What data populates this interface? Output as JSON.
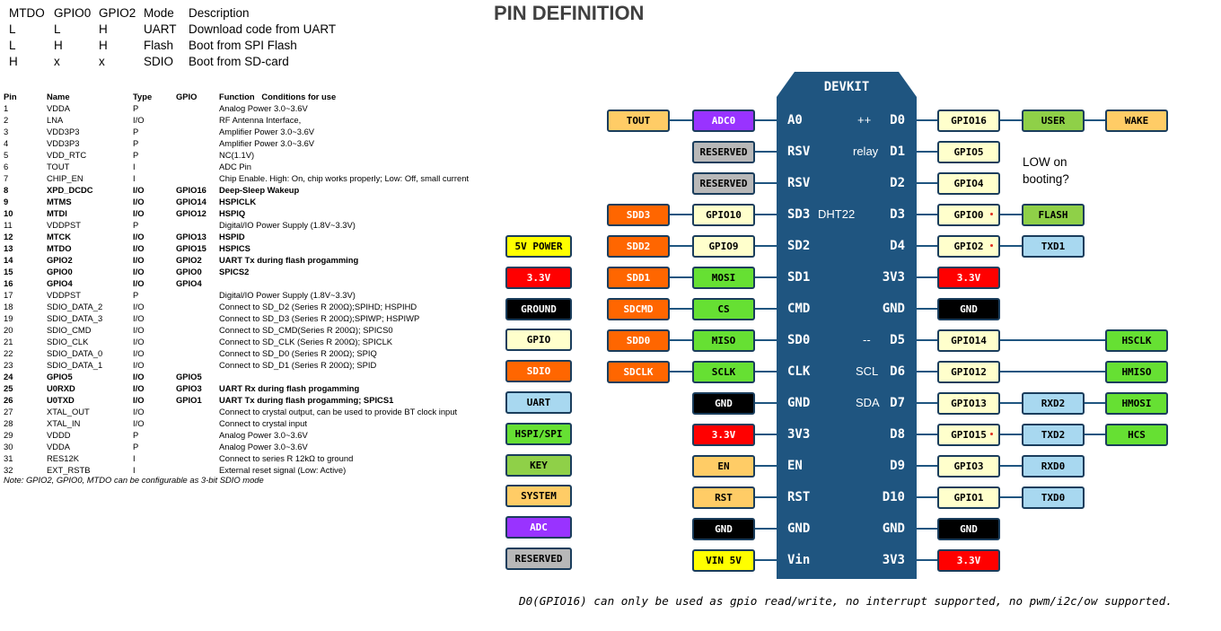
{
  "title": "PIN DEFINITION",
  "boot_table": {
    "header": [
      "MTDO",
      "GPIO0",
      "GPIO2",
      "Mode",
      "Description"
    ],
    "rows": [
      [
        "L",
        "L",
        "H",
        "UART",
        "Download code from UART"
      ],
      [
        "L",
        "H",
        "H",
        "Flash",
        "Boot from SPI Flash"
      ],
      [
        "H",
        "x",
        "x",
        "SDIO",
        "Boot from SD-card"
      ]
    ]
  },
  "pin_table": {
    "header": [
      "Pin",
      "Name",
      "Type",
      "GPIO",
      "Function   Conditions for use"
    ],
    "rows": [
      [
        "1",
        "VDDA",
        "P",
        "",
        "Analog Power 3.0~3.6V"
      ],
      [
        "2",
        "LNA",
        "I/O",
        "",
        "RF Antenna Interface,"
      ],
      [
        "3",
        "VDD3P3",
        "P",
        "",
        "Amplifier Power 3.0~3.6V"
      ],
      [
        "4",
        "VDD3P3",
        "P",
        "",
        "Amplifier Power 3.0~3.6V"
      ],
      [
        "5",
        "VDD_RTC",
        "P",
        "",
        "NC(1.1V)"
      ],
      [
        "6",
        "TOUT",
        "I",
        "",
        "ADC Pin"
      ],
      [
        "7",
        "CHIP_EN",
        "I",
        "",
        "Chip Enable. High: On, chip works properly; Low: Off, small current"
      ],
      [
        "8",
        "XPD_DCDC",
        "I/O",
        "GPIO16",
        "Deep-Sleep Wakeup"
      ],
      [
        "9",
        "MTMS",
        "I/O",
        "GPIO14",
        "HSPICLK"
      ],
      [
        "10",
        "MTDI",
        "I/O",
        "GPIO12",
        "HSPIQ"
      ],
      [
        "11",
        "VDDPST",
        "P",
        "",
        "Digital/IO Power Supply (1.8V~3.3V)"
      ],
      [
        "12",
        "MTCK",
        "I/O",
        "GPIO13",
        "HSPID"
      ],
      [
        "13",
        "MTDO",
        "I/O",
        "GPIO15",
        "HSPICS"
      ],
      [
        "14",
        "GPIO2",
        "I/O",
        "GPIO2",
        "UART Tx during flash progamming"
      ],
      [
        "15",
        "GPIO0",
        "I/O",
        "GPIO0",
        "SPICS2"
      ],
      [
        "16",
        "GPIO4",
        "I/O",
        "GPIO4",
        ""
      ],
      [
        "17",
        "VDDPST",
        "P",
        "",
        "Digital/IO Power Supply (1.8V~3.3V)"
      ],
      [
        "18",
        "SDIO_DATA_2",
        "I/O",
        "",
        "Connect to SD_D2 (Series R 200Ω);SPIHD; HSPIHD"
      ],
      [
        "19",
        "SDIO_DATA_3",
        "I/O",
        "",
        "Connect to SD_D3 (Series R 200Ω);SPIWP; HSPIWP"
      ],
      [
        "20",
        "SDIO_CMD",
        "I/O",
        "",
        "Connect to SD_CMD(Series R 200Ω); SPICS0"
      ],
      [
        "21",
        "SDIO_CLK",
        "I/O",
        "",
        "Connect to SD_CLK (Series R 200Ω); SPICLK"
      ],
      [
        "22",
        "SDIO_DATA_0",
        "I/O",
        "",
        "Connect to SD_D0 (Series R 200Ω); SPIQ"
      ],
      [
        "23",
        "SDIO_DATA_1",
        "I/O",
        "",
        "Connect to SD_D1 (Series R 200Ω); SPID"
      ],
      [
        "24",
        "GPIO5",
        "I/O",
        "GPIO5",
        ""
      ],
      [
        "25",
        "U0RXD",
        "I/O",
        "GPIO3",
        "UART Rx during flash progamming"
      ],
      [
        "26",
        "U0TXD",
        "I/O",
        "GPIO1",
        "UART Tx during flash progamming; SPICS1"
      ],
      [
        "27",
        "XTAL_OUT",
        "I/O",
        "",
        "Connect to crystal output, can be used to provide BT clock input"
      ],
      [
        "28",
        "XTAL_IN",
        "I/O",
        "",
        "Connect to crystal input"
      ],
      [
        "29",
        "VDDD",
        "P",
        "",
        "Analog Power 3.0~3.6V"
      ],
      [
        "30",
        "VDDA",
        "P",
        "",
        "Analog Power 3.0~3.6V"
      ],
      [
        "31",
        "RES12K",
        "I",
        "",
        "Connect to series R 12kΩ to ground"
      ],
      [
        "32",
        "EXT_RSTB",
        "I",
        "",
        "External reset signal (Low: Active)"
      ]
    ],
    "bold_rows": [
      8,
      9,
      10,
      12,
      13,
      14,
      15,
      16,
      24,
      25,
      26
    ],
    "note": "Note: GPIO2, GPIO0, MTDO can be configurable as 3-bit SDIO mode"
  },
  "board": {
    "title": "DEVKIT",
    "left_pins": [
      "A0",
      "RSV",
      "RSV",
      "SD3",
      "SD2",
      "SD1",
      "CMD",
      "SD0",
      "CLK",
      "GND",
      "3V3",
      "EN",
      "RST",
      "GND",
      "Vin"
    ],
    "right_pins": [
      "D0",
      "D1",
      "D2",
      "D3",
      "D4",
      "3V3",
      "GND",
      "D5",
      "D6",
      "D7",
      "D8",
      "D9",
      "D10",
      "GND",
      "3V3"
    ],
    "mid_labels": [
      {
        "row": 0,
        "text": "++"
      },
      {
        "row": 1,
        "text": "relay"
      },
      {
        "row": 3,
        "text": "DHT22"
      },
      {
        "row": 7,
        "text": "--"
      },
      {
        "row": 8,
        "text": "SCL"
      },
      {
        "row": 9,
        "text": "SDA"
      }
    ]
  },
  "colors": {
    "board": "#1f5580",
    "gpio": "#ffffcc",
    "adc": "#9933ff",
    "reserved": "#b8b8b8",
    "sdio": "#ff6600",
    "hspi": "#66e033",
    "uart": "#a8d8f0",
    "gnd": "#000000",
    "power": "#ff0000",
    "vin": "#ffff00",
    "system": "#ffcc66",
    "key": "#8fd048"
  },
  "left_labels": [
    [
      {
        "text": "TOUT",
        "c": "system"
      },
      {
        "text": "ADC0",
        "c": "adc"
      }
    ],
    [
      {
        "text": "RESERVED",
        "c": "reserved"
      }
    ],
    [
      {
        "text": "RESERVED",
        "c": "reserved"
      }
    ],
    [
      {
        "text": "SDD3",
        "c": "sdio"
      },
      {
        "text": "GPIO10",
        "c": "gpio"
      }
    ],
    [
      {
        "text": "SDD2",
        "c": "sdio"
      },
      {
        "text": "GPIO9",
        "c": "gpio"
      }
    ],
    [
      {
        "text": "SDD1",
        "c": "sdio"
      },
      {
        "text": "MOSI",
        "c": "hspi"
      }
    ],
    [
      {
        "text": "SDCMD",
        "c": "sdio"
      },
      {
        "text": "CS",
        "c": "hspi"
      }
    ],
    [
      {
        "text": "SDD0",
        "c": "sdio"
      },
      {
        "text": "MISO",
        "c": "hspi"
      }
    ],
    [
      {
        "text": "SDCLK",
        "c": "sdio"
      },
      {
        "text": "SCLK",
        "c": "hspi"
      }
    ],
    [
      {
        "text": "GND",
        "c": "gnd"
      }
    ],
    [
      {
        "text": "3.3V",
        "c": "power"
      }
    ],
    [
      {
        "text": "EN",
        "c": "system"
      }
    ],
    [
      {
        "text": "RST",
        "c": "system"
      }
    ],
    [
      {
        "text": "GND",
        "c": "gnd"
      }
    ],
    [
      {
        "text": "VIN 5V",
        "c": "vin"
      }
    ]
  ],
  "right_labels": [
    [
      {
        "text": "GPIO16",
        "c": "gpio"
      },
      {
        "text": "USER",
        "c": "key"
      },
      {
        "text": "WAKE",
        "c": "system"
      }
    ],
    [
      {
        "text": "GPIO5",
        "c": "gpio"
      }
    ],
    [
      {
        "text": "GPIO4",
        "c": "gpio"
      }
    ],
    [
      {
        "text": "GPIO0",
        "c": "gpio",
        "dot": true
      },
      {
        "text": "FLASH",
        "c": "key"
      }
    ],
    [
      {
        "text": "GPIO2",
        "c": "gpio",
        "dot": true
      },
      {
        "text": "TXD1",
        "c": "uart"
      }
    ],
    [
      {
        "text": "3.3V",
        "c": "power"
      }
    ],
    [
      {
        "text": "GND",
        "c": "gnd"
      }
    ],
    [
      {
        "text": "GPIO14",
        "c": "gpio"
      },
      {
        "skip": true
      },
      {
        "text": "HSCLK",
        "c": "hspi"
      }
    ],
    [
      {
        "text": "GPIO12",
        "c": "gpio"
      },
      {
        "skip": true
      },
      {
        "text": "HMISO",
        "c": "hspi"
      }
    ],
    [
      {
        "text": "GPIO13",
        "c": "gpio"
      },
      {
        "text": "RXD2",
        "c": "uart"
      },
      {
        "text": "HMOSI",
        "c": "hspi"
      }
    ],
    [
      {
        "text": "GPIO15",
        "c": "gpio",
        "dot": true
      },
      {
        "text": "TXD2",
        "c": "uart"
      },
      {
        "text": "HCS",
        "c": "hspi"
      }
    ],
    [
      {
        "text": "GPIO3",
        "c": "gpio"
      },
      {
        "text": "RXD0",
        "c": "uart"
      }
    ],
    [
      {
        "text": "GPIO1",
        "c": "gpio"
      },
      {
        "text": "TXD0",
        "c": "uart"
      }
    ],
    [
      {
        "text": "GND",
        "c": "gnd"
      }
    ],
    [
      {
        "text": "3.3V",
        "c": "power"
      }
    ]
  ],
  "legend": [
    {
      "text": "5V POWER",
      "c": "vin"
    },
    {
      "text": "3.3V",
      "c": "power"
    },
    {
      "text": "GROUND",
      "c": "gnd"
    },
    {
      "text": "GPIO",
      "c": "gpio"
    },
    {
      "text": "SDIO",
      "c": "sdio"
    },
    {
      "text": "UART",
      "c": "uart"
    },
    {
      "text": "HSPI/SPI",
      "c": "hspi"
    },
    {
      "text": "KEY",
      "c": "key"
    },
    {
      "text": "SYSTEM",
      "c": "system"
    },
    {
      "text": "ADC",
      "c": "adc"
    },
    {
      "text": "RESERVED",
      "c": "reserved"
    }
  ],
  "side_note": "LOW on\nbooting?",
  "footer": "D0(GPIO16) can only be used as gpio read/write, no interrupt supported, no pwm/i2c/ow supported."
}
